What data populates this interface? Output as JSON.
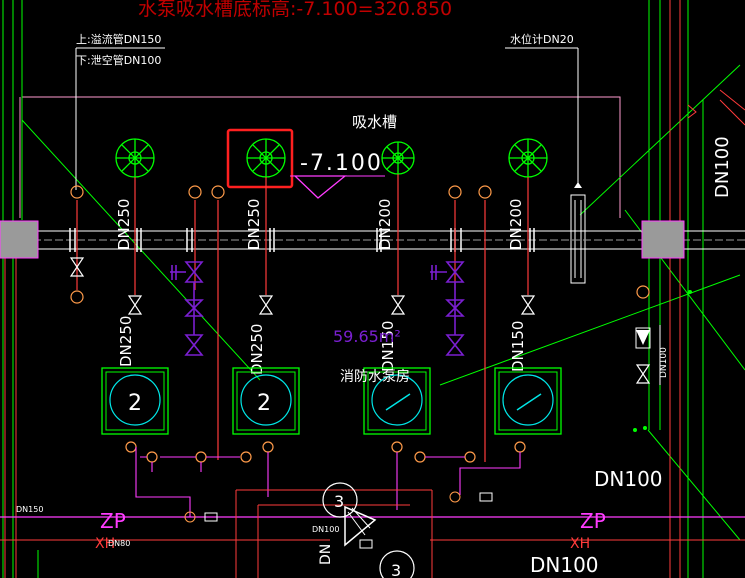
{
  "labels": {
    "title": "水泵吸水槽底标高:-7.100=320.850",
    "overflow_top": "上:溢流管DN150",
    "overflow_bottom": "下:泄空管DN100",
    "level_gauge": "水位计DN20",
    "tank": "吸水槽",
    "elevation": "-7.100",
    "pump_room": "消防水泵房",
    "purple_value": "59.65m²",
    "dn_right_vertical": "DN100",
    "dn_small_right": "DN100",
    "dn_lower_right": "DN100",
    "dn_bottom_right": "DN100",
    "zp_left": "ZP",
    "zp_right": "ZP",
    "xh_left": "XH",
    "xh_right": "XH",
    "dn_left_small_top": "DN150",
    "dn_left_small_bottom": "DN80",
    "dn_center_small": "DN100",
    "dn_center_vertical": "DN",
    "suction_1": "DN250",
    "suction_2": "DN250",
    "suction_3": "DN200",
    "suction_4": "DN200",
    "discharge_1": "DN250",
    "discharge_2": "DN250",
    "discharge_3": "DN150",
    "discharge_4": "DN150",
    "pump_num_1": "2",
    "pump_num_2": "2",
    "tank_num_1": "3",
    "tank_num_2": "3"
  },
  "colors": {
    "background": "#000000",
    "white": "#ffffff",
    "green": "#00ff00",
    "red": "#ff3b3b",
    "dark_red": "#c00000",
    "magenta": "#ff3cff",
    "pink": "#ff9bd0",
    "purple": "#7a1fd0",
    "cyan": "#00e6e6",
    "orange": "#ff9b4a",
    "gray": "#9a9a9a",
    "highlight": "#ff2020"
  }
}
